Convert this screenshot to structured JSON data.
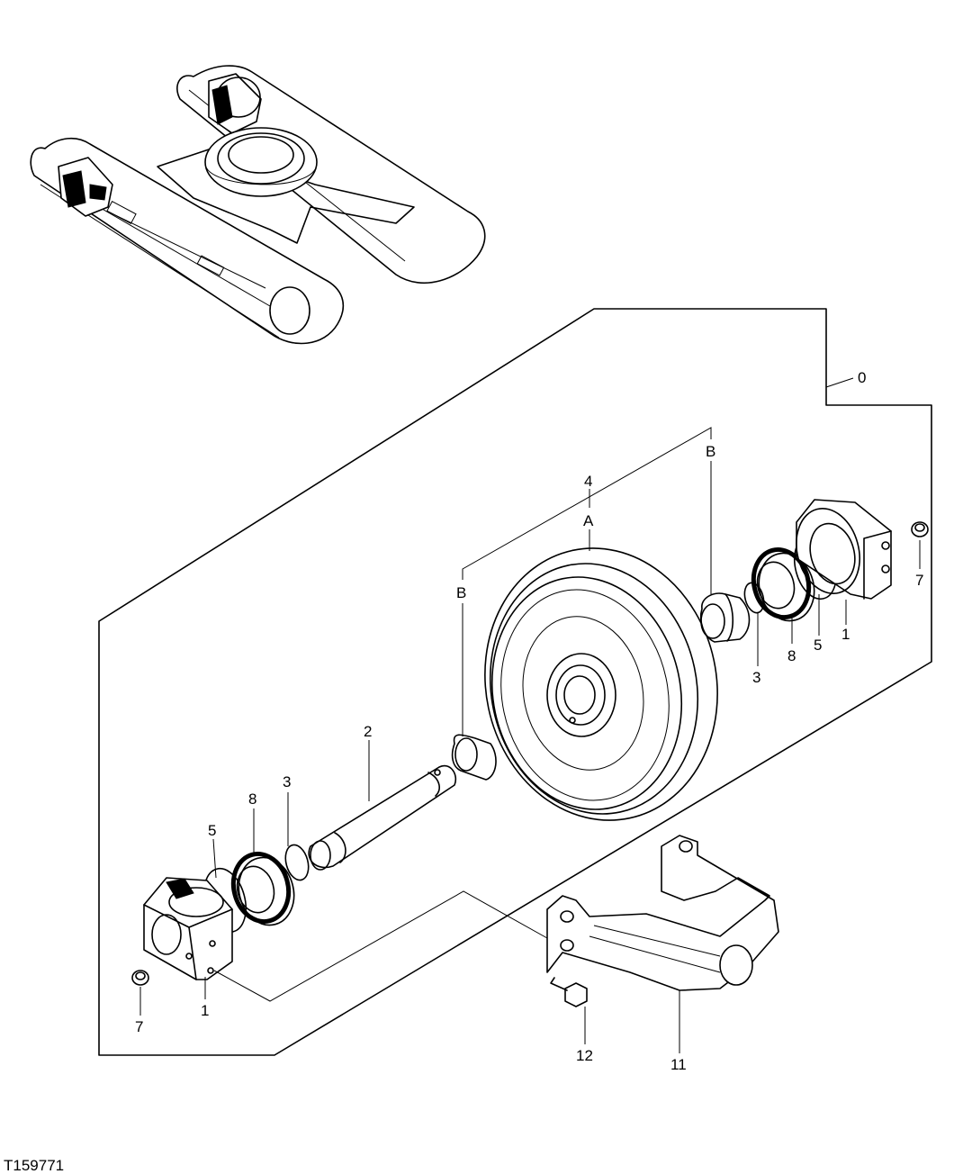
{
  "figure_id": "T159771",
  "callouts": {
    "c0": "0",
    "c1_right": "1",
    "c1_left": "1",
    "c2": "2",
    "c3_right": "3",
    "c3_left": "3",
    "c4": "4",
    "cA": "A",
    "cB_left": "B",
    "cB_right": "B",
    "c5_right": "5",
    "c5_left": "5",
    "c7_right": "7",
    "c7_left": "7",
    "c8_right": "8",
    "c8_left": "8",
    "c11": "11",
    "c12": "12"
  }
}
